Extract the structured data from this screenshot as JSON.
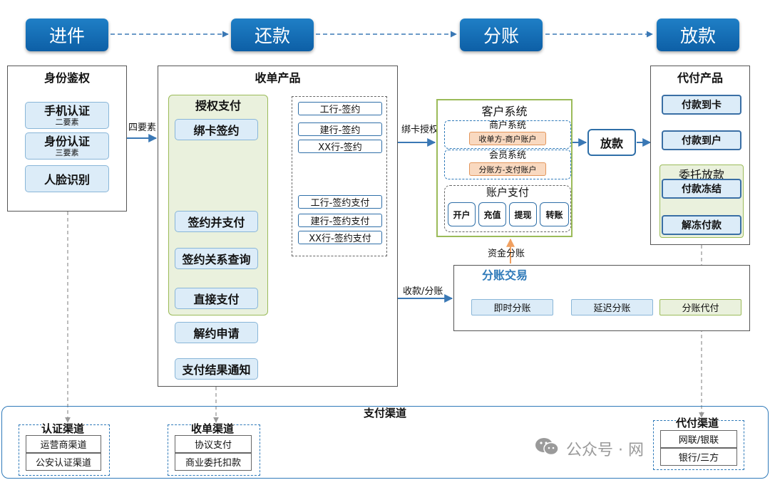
{
  "stages": [
    "进件",
    "还款",
    "分账",
    "放款"
  ],
  "identity": {
    "title": "身份鉴权",
    "items": [
      {
        "main": "手机认证",
        "sub": "二要素"
      },
      {
        "main": "身份认证",
        "sub": "三要素"
      },
      {
        "main": "人脸识别",
        "sub": ""
      }
    ]
  },
  "labels": {
    "four_factor": "四要素",
    "card_auth": "绑卡授权",
    "capital_split": "资金分账",
    "collect_split": "收款/分账"
  },
  "acquiring": {
    "title": "收单产品",
    "auth_pay": "授权支付",
    "steps": [
      "绑卡签约",
      "签约并支付",
      "签约关系查询",
      "直接支付",
      "解约申请",
      "支付结果通知"
    ],
    "sign_banks": [
      "工行-签约",
      "建行-签约",
      "XX行-签约"
    ],
    "sign_pay_banks": [
      "工行-签约支付",
      "建行-签约支付",
      "XX行-签约支付"
    ]
  },
  "customer": {
    "title": "客户系统",
    "merchant": {
      "title": "商户系统",
      "tag": "收单方-商户账户"
    },
    "member": {
      "title": "会员系统",
      "tag": "分账方-支付账户"
    },
    "account_pay": {
      "title": "账户支付",
      "buttons": [
        "开户",
        "充值",
        "提现",
        "转账"
      ]
    }
  },
  "disburse_btn": "放款",
  "split_trade": {
    "title": "分账交易",
    "items": [
      "即时分账",
      "延迟分账",
      "分账代付"
    ]
  },
  "proxy_pay": {
    "title": "代付产品",
    "items": [
      "付款到卡",
      "付款到户"
    ],
    "entrust": {
      "title": "委托放款",
      "items": [
        "付款冻结",
        "解冻付款"
      ]
    }
  },
  "channels": {
    "title": "支付渠道",
    "auth": {
      "title": "认证渠道",
      "items": [
        "运营商渠道",
        "公安认证渠道"
      ]
    },
    "acq": {
      "title": "收单渠道",
      "items": [
        "协议支付",
        "商业委托扣款"
      ]
    },
    "proxy": {
      "title": "代付渠道",
      "items": [
        "网联/银联",
        "银行/三方"
      ]
    }
  },
  "watermark": "公众号 · 网"
}
